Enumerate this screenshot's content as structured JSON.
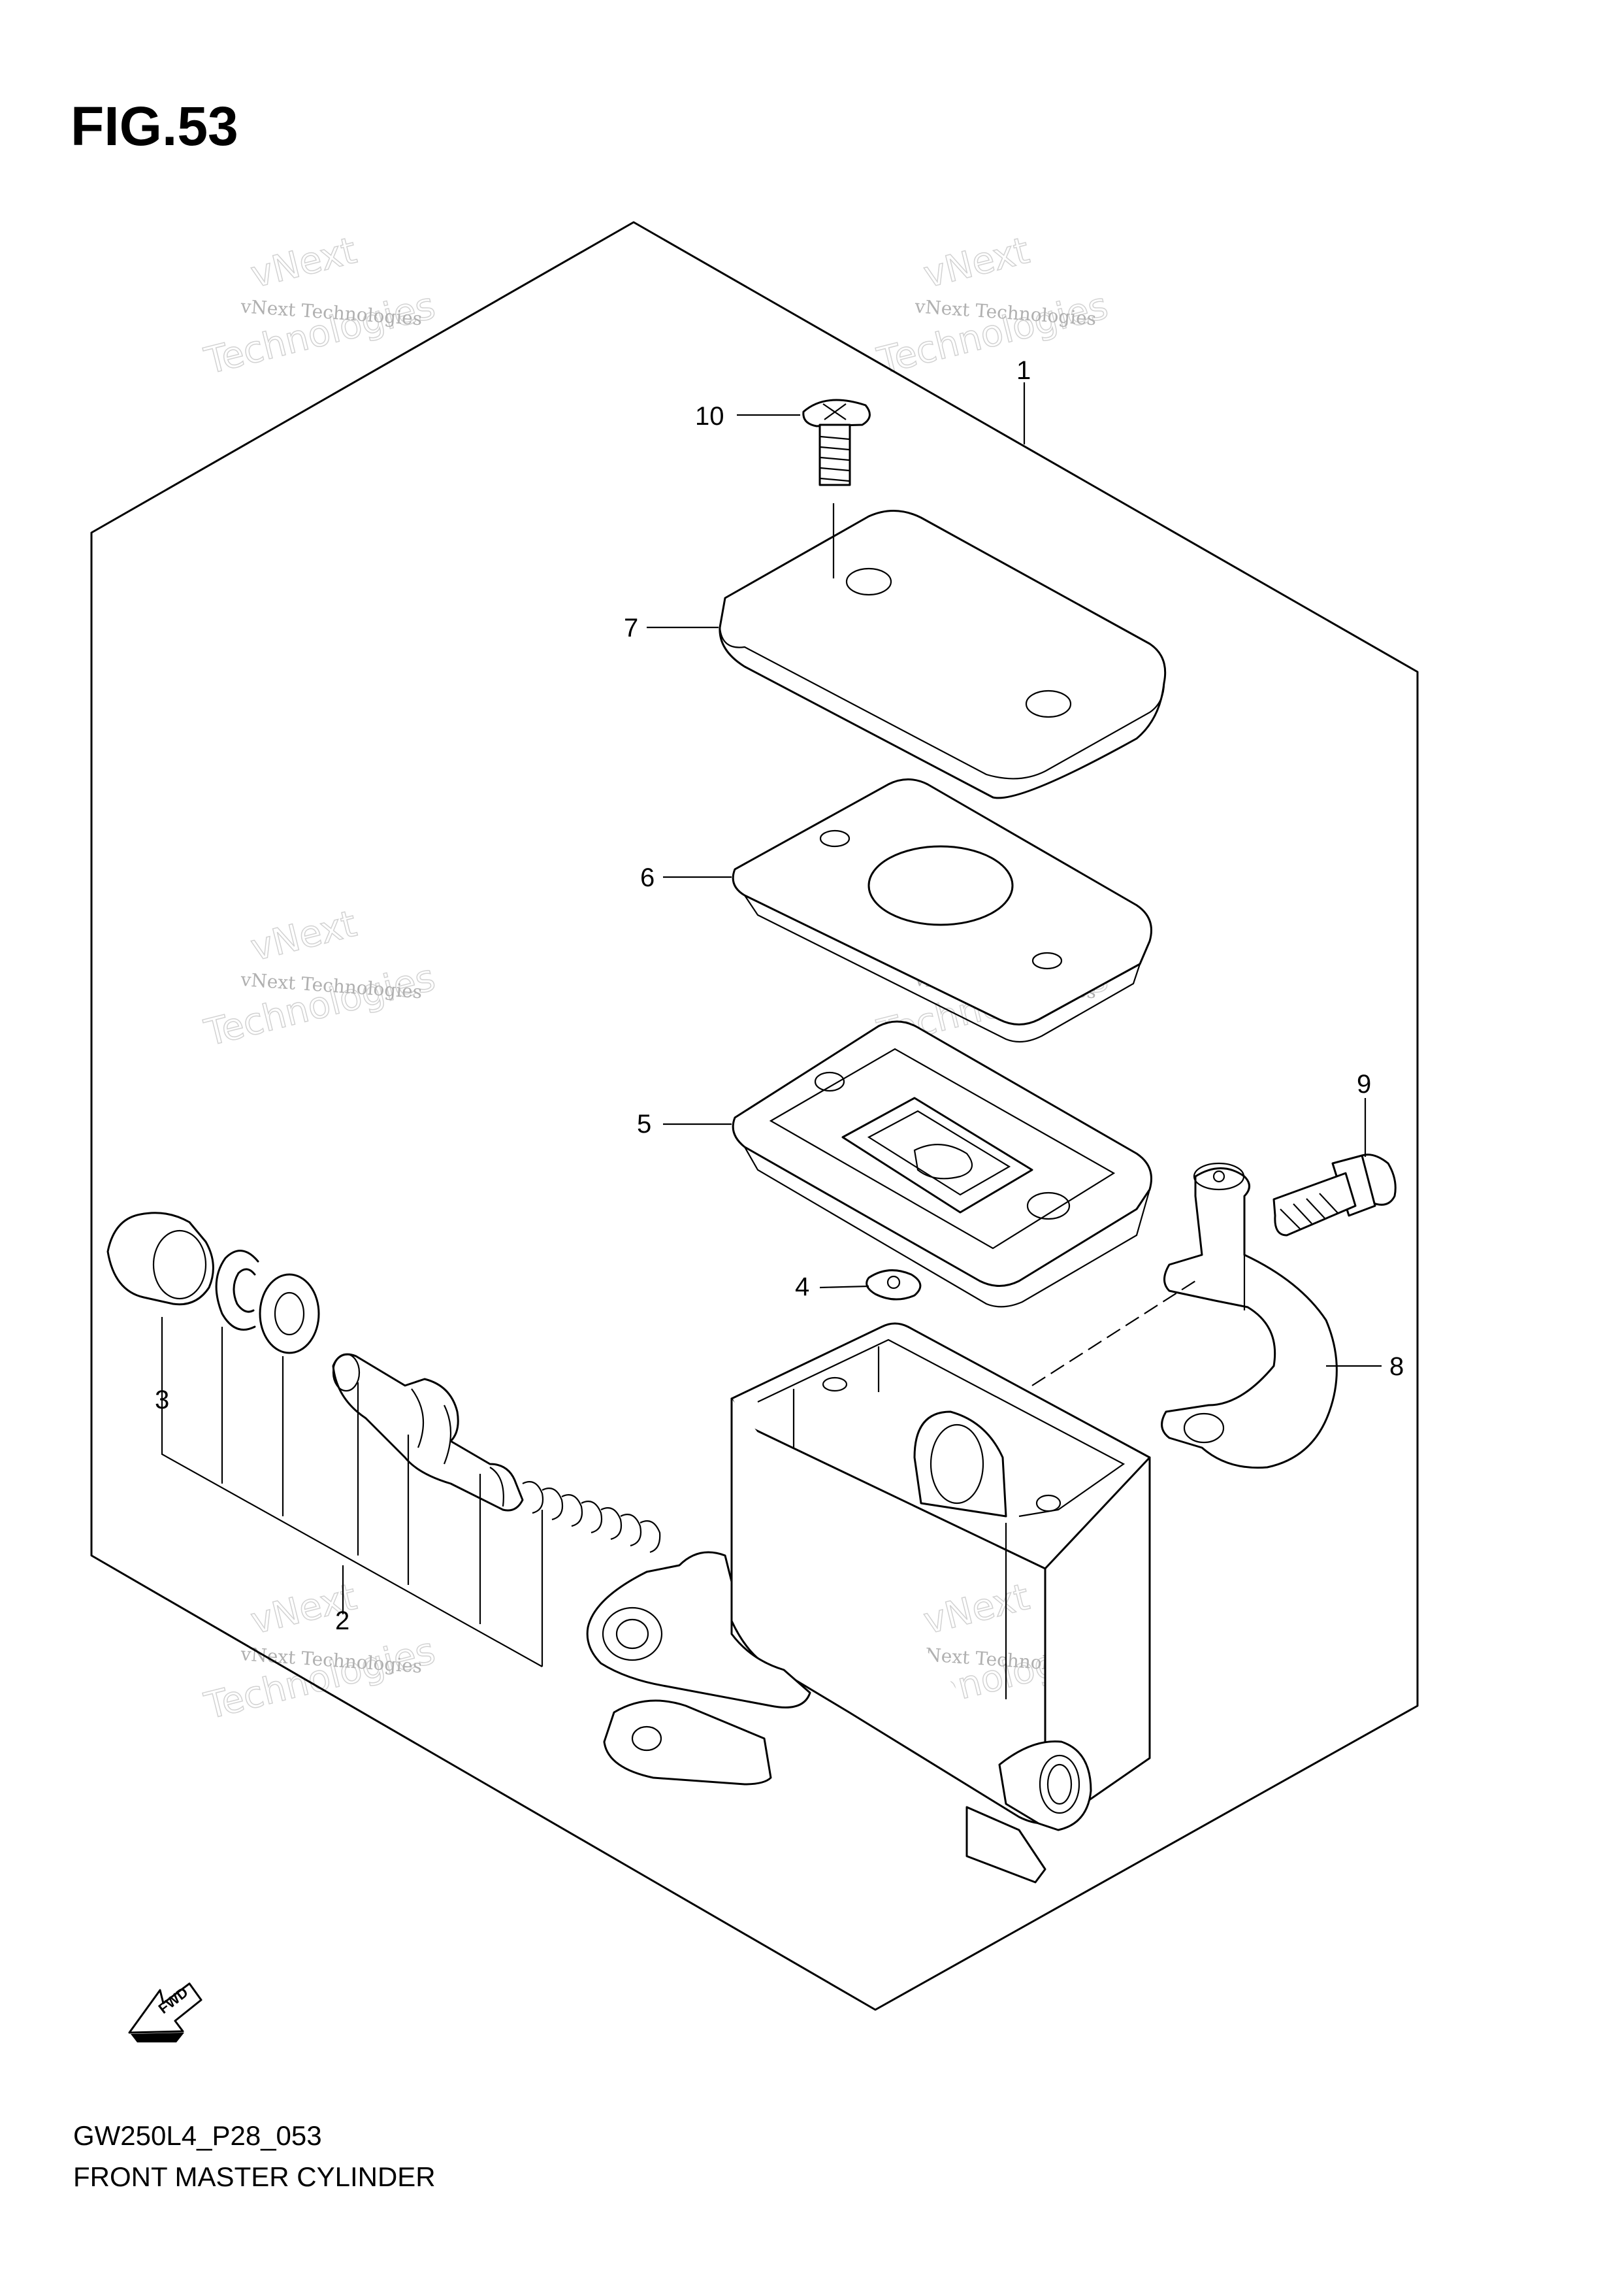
{
  "figure": {
    "title": "FIG.53"
  },
  "callouts": [
    {
      "id": "1",
      "label": "1"
    },
    {
      "id": "2",
      "label": "2"
    },
    {
      "id": "3",
      "label": "3"
    },
    {
      "id": "4",
      "label": "4"
    },
    {
      "id": "5",
      "label": "5"
    },
    {
      "id": "6",
      "label": "6"
    },
    {
      "id": "7",
      "label": "7"
    },
    {
      "id": "8",
      "label": "8"
    },
    {
      "id": "9",
      "label": "9"
    },
    {
      "id": "10",
      "label": "10"
    }
  ],
  "fwd_symbol": {
    "label": "FWD"
  },
  "watermark": {
    "line1": "vNext Technologies",
    "line2": "vNext",
    "line3": "Technologies"
  },
  "footer": {
    "code": "GW250L4_P28_053",
    "caption": "FRONT MASTER CYLINDER"
  }
}
